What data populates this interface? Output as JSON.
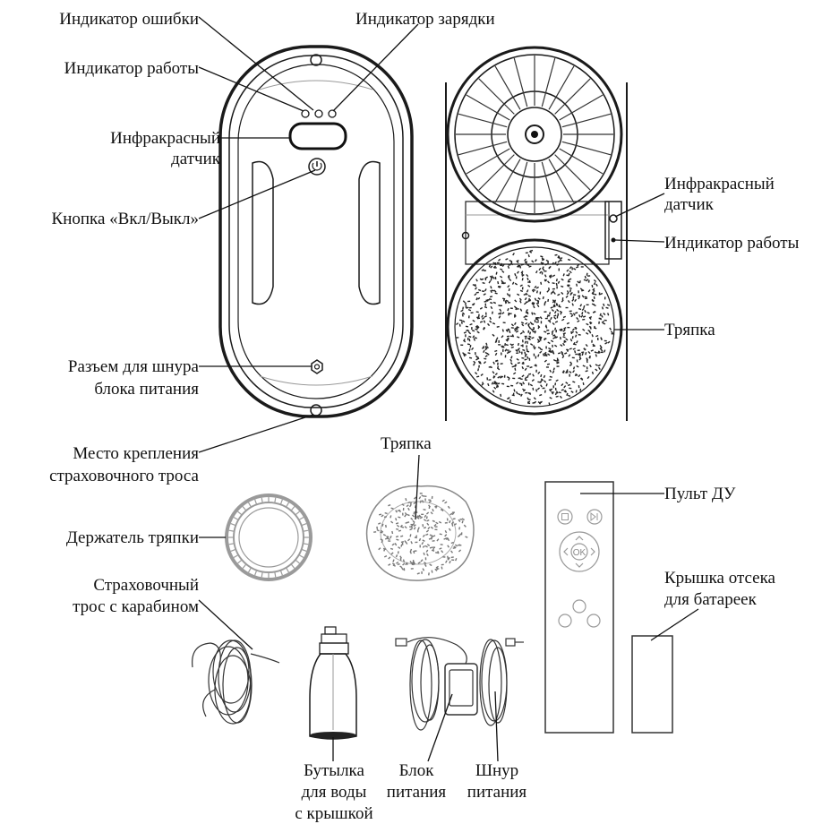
{
  "labels": {
    "error_indicator": "Индикатор ошибки",
    "charge_indicator": "Индикатор зарядки",
    "work_indicator_front": "Индикатор работы",
    "ir_sensor_front_1": "Инфракрасный",
    "ir_sensor_front_2": "датчик",
    "power_button": "Кнопка «Вкл/Выкл»",
    "power_jack_1": "Разъем для шнура",
    "power_jack_2": "блока питания",
    "safety_mount_1": "Место крепления",
    "safety_mount_2": "страховочного троса",
    "ir_sensor_back_1": "Инфракрасный",
    "ir_sensor_back_2": "датчик",
    "work_indicator_back": "Индикатор работы",
    "cloth_back": "Тряпка",
    "cloth_accessory": "Тряпка",
    "cloth_holder": "Держатель тряпки",
    "remote": "Пульт ДУ",
    "battery_cover_1": "Крышка отсека",
    "battery_cover_2": "для батареек",
    "safety_rope_1": "Страховочный",
    "safety_rope_2": "трос с карабином",
    "bottle_1": "Бутылка",
    "bottle_2": "для воды",
    "bottle_3": "с крышкой",
    "psu_1": "Блок",
    "psu_2": "питания",
    "cord_1": "Шнур",
    "cord_2": "питания"
  },
  "remote_buttons": {
    "ok": "OK"
  },
  "icons": [
    "stop-icon",
    "play-pause-icon",
    "arrow-up-icon",
    "arrow-down-icon",
    "arrow-left-icon",
    "arrow-right-icon",
    "mode-icon"
  ]
}
